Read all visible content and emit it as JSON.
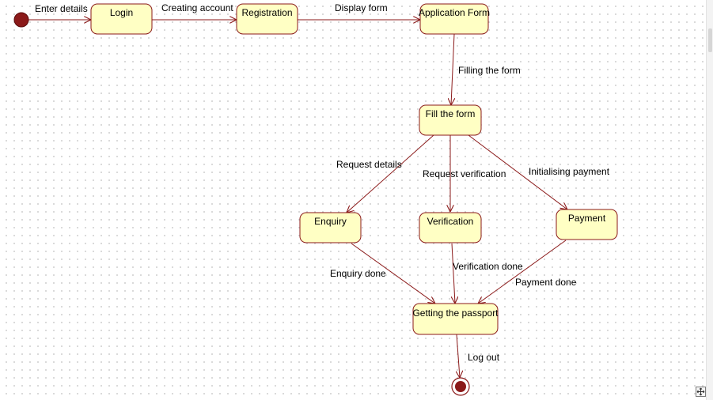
{
  "diagram": {
    "states": [
      {
        "id": "login",
        "label": "Login"
      },
      {
        "id": "registration",
        "label": "Registration"
      },
      {
        "id": "application",
        "label": "Application Form"
      },
      {
        "id": "fill",
        "label": "Fill the form"
      },
      {
        "id": "enquiry",
        "label": "Enquiry"
      },
      {
        "id": "verification",
        "label": "Verification"
      },
      {
        "id": "payment",
        "label": "Payment"
      },
      {
        "id": "passport",
        "label": "Getting the passport"
      }
    ],
    "transitions": [
      {
        "from": "start",
        "to": "login",
        "label": "Enter details"
      },
      {
        "from": "login",
        "to": "registration",
        "label": "Creating account"
      },
      {
        "from": "registration",
        "to": "application",
        "label": "Display form"
      },
      {
        "from": "application",
        "to": "fill",
        "label": "Filling the form"
      },
      {
        "from": "fill",
        "to": "enquiry",
        "label": "Request details"
      },
      {
        "from": "fill",
        "to": "verification",
        "label": "Request verification"
      },
      {
        "from": "fill",
        "to": "payment",
        "label": "Initialising payment"
      },
      {
        "from": "enquiry",
        "to": "passport",
        "label": "Enquiry done"
      },
      {
        "from": "verification",
        "to": "passport",
        "label": "Verification done"
      },
      {
        "from": "payment",
        "to": "passport",
        "label": "Payment  done"
      },
      {
        "from": "passport",
        "to": "end",
        "label": "Log out"
      }
    ],
    "colors": {
      "state_fill": "#ffffc4",
      "stroke": "#8b1a1a",
      "pseudo_state_fill": "#8b1a1a"
    }
  },
  "window": {
    "corner_icon": "move-icon"
  }
}
